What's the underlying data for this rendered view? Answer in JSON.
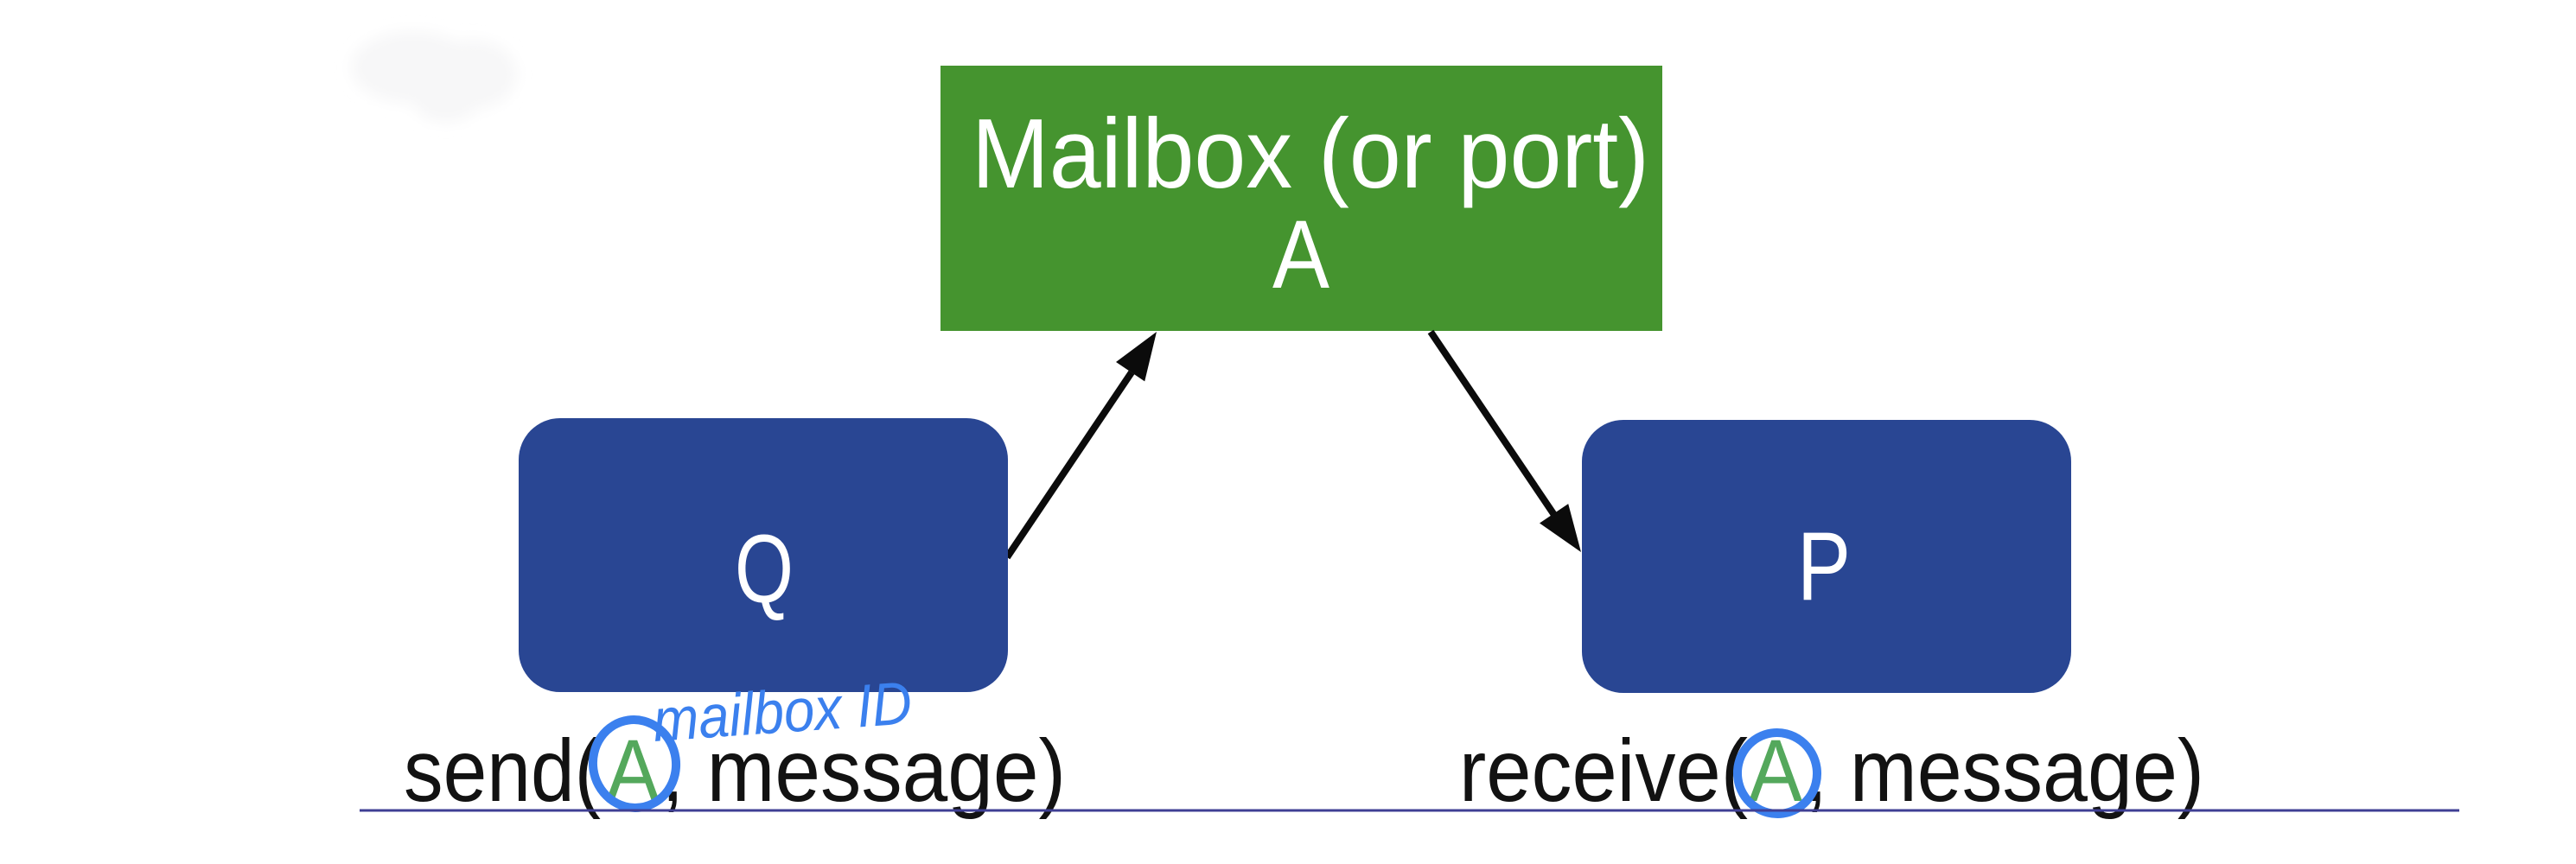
{
  "slide": {
    "background": "#ffffff",
    "kind": "message-passing-mailbox-diagram"
  },
  "colors": {
    "mailbox_green": "#45942f",
    "process_blue": "#294693",
    "box_text_white": "#ffffff",
    "text_black": "#121212",
    "arrow_black": "#0b0b0b",
    "ink_blue": "#3b80ee",
    "arg_green": "#54a85c",
    "rule_indigo": "#3f3f94",
    "smudge_gray": "#f7f7f8"
  },
  "diagram": {
    "mailbox_box": {
      "title": "Mailbox (or port)",
      "name": "A"
    },
    "sender_box": {
      "label": "Q"
    },
    "receiver_box": {
      "label": "P"
    },
    "send_call": {
      "prefix": "send(",
      "mailbox_arg": "A",
      "suffix": ", message)"
    },
    "receive_call": {
      "prefix": "receive(",
      "mailbox_arg": "A",
      "suffix": ", message)"
    },
    "annotation": {
      "text": "mailbox ID"
    }
  }
}
